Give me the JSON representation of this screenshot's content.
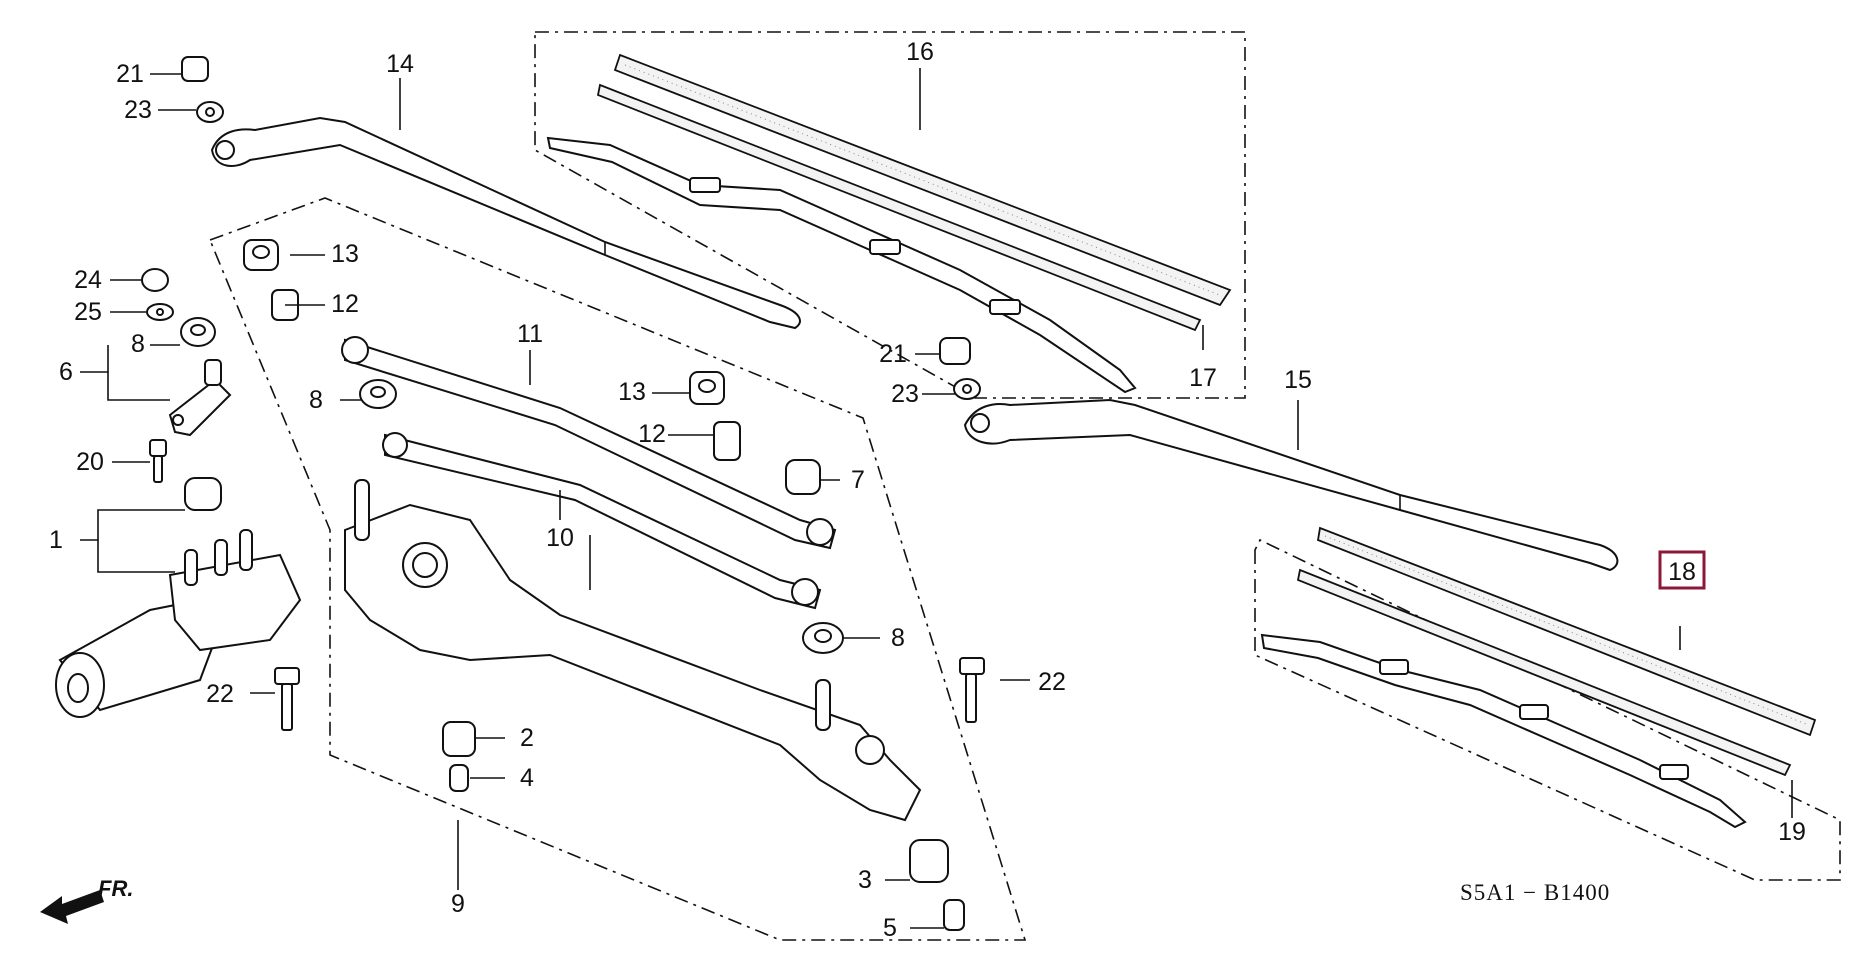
{
  "diagram_code": "S5A1 − B1400",
  "direction_label": "FR.",
  "highlight_color": "#8b1a3a",
  "callouts": {
    "c1": "1",
    "c2": "2",
    "c3": "3",
    "c4": "4",
    "c5": "5",
    "c6": "6",
    "c7": "7",
    "c8a": "8",
    "c8b": "8",
    "c8c": "8",
    "c9": "9",
    "c10": "10",
    "c11": "11",
    "c12a": "12",
    "c12b": "12",
    "c13a": "13",
    "c13b": "13",
    "c14": "14",
    "c15": "15",
    "c16": "16",
    "c17": "17",
    "c18": "18",
    "c19": "19",
    "c20": "20",
    "c21a": "21",
    "c21b": "21",
    "c22a": "22",
    "c22b": "22",
    "c23a": "23",
    "c23b": "23",
    "c24": "24",
    "c25": "25"
  }
}
